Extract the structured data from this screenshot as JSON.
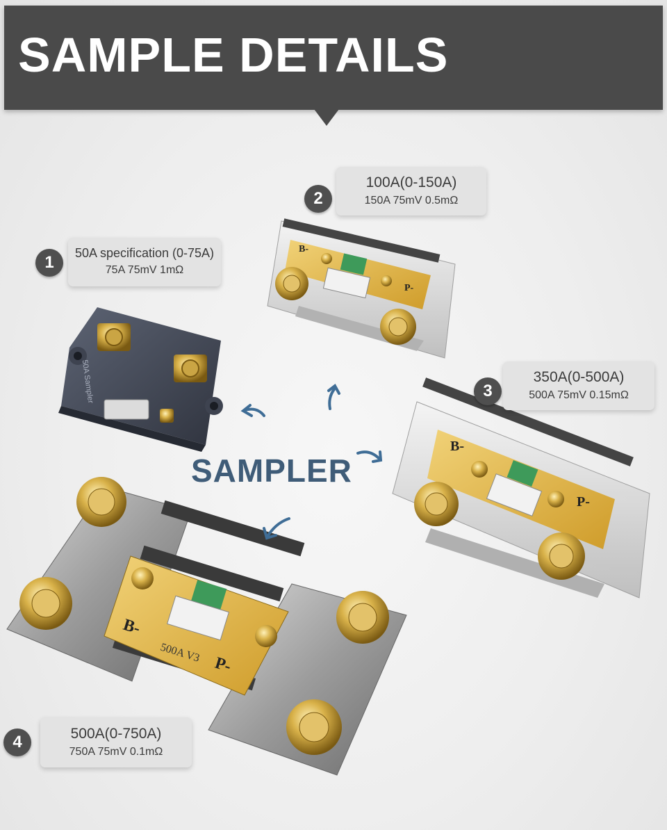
{
  "banner": {
    "title": "SAMPLE DETAILS"
  },
  "center_label": "SAMPLER",
  "items": [
    {
      "number": "1",
      "line1": "50A specification (0-75A)",
      "line2": "75A 75mV 1mΩ",
      "device_text": "50A Sampler"
    },
    {
      "number": "2",
      "line1": "100A(0-150A)",
      "line2": "150A 75mV 0.5mΩ"
    },
    {
      "number": "3",
      "line1": "350A(0-500A)",
      "line2": "500A 75mV 0.15mΩ"
    },
    {
      "number": "4",
      "line1": "500A(0-750A)",
      "line2": "750A 75mV 0.1mΩ",
      "device_text": "500A V3"
    }
  ],
  "terminals": {
    "b": "B-",
    "p": "P-"
  },
  "colors": {
    "banner": "#4a4a4a",
    "badge": "#4f4f4f",
    "label_bg": "#e3e3e3",
    "sampler_text": "#3f5c78",
    "arrow": "#3f6d96",
    "brass": "#c9a53a",
    "pcb": "#e0b540"
  },
  "icons": [
    "circle-number-badge",
    "curved-arrow-icon",
    "shunt-resistor-image"
  ]
}
